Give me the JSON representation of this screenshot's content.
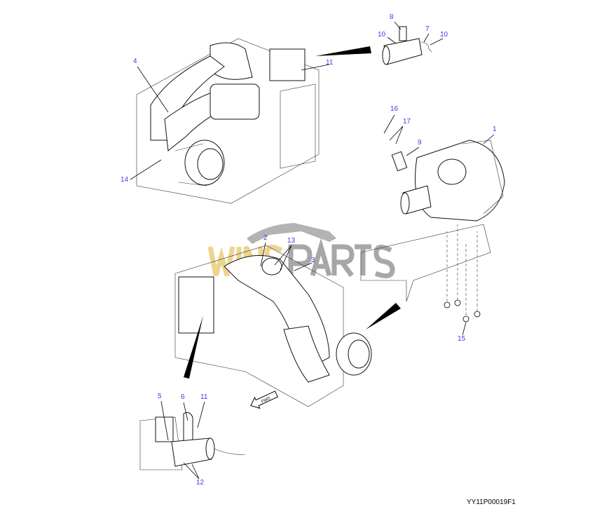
{
  "diagram": {
    "callouts": [
      {
        "id": "c8",
        "text": "8"
      },
      {
        "id": "c10a",
        "text": "10"
      },
      {
        "id": "c7",
        "text": "7"
      },
      {
        "id": "c10b",
        "text": "10"
      },
      {
        "id": "c11a",
        "text": "11"
      },
      {
        "id": "c4",
        "text": "4"
      },
      {
        "id": "c16",
        "text": "16"
      },
      {
        "id": "c17",
        "text": "17"
      },
      {
        "id": "c9",
        "text": "9"
      },
      {
        "id": "c1",
        "text": "1"
      },
      {
        "id": "c14",
        "text": "14"
      },
      {
        "id": "c2",
        "text": "2"
      },
      {
        "id": "c13",
        "text": "13"
      },
      {
        "id": "c3",
        "text": "3"
      },
      {
        "id": "c15",
        "text": "15"
      },
      {
        "id": "c5",
        "text": "5"
      },
      {
        "id": "c6",
        "text": "6"
      },
      {
        "id": "c11b",
        "text": "11"
      },
      {
        "id": "c12",
        "text": "12"
      }
    ],
    "direction_marker": "FWD",
    "drawing_code": "YY11P00019F1",
    "watermark": "WINSPARTS",
    "colors": {
      "callout": "#3b3be6",
      "line": "#000000",
      "watermark_gold": "#e8c66a",
      "watermark_gray": "#8a8a8a"
    }
  }
}
